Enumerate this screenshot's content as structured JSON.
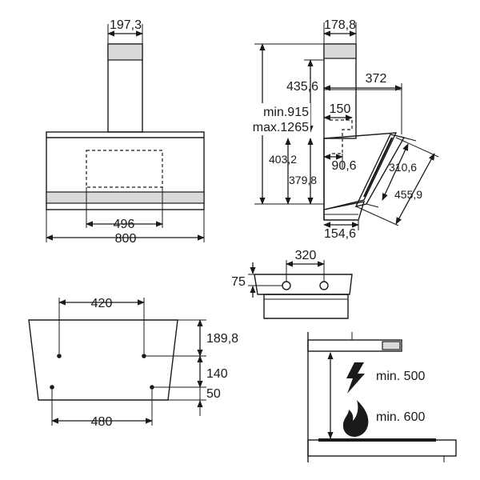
{
  "front_view": {
    "chimney_width": "197,3",
    "panel_width": "496",
    "total_width": "800"
  },
  "side_view": {
    "chimney_depth": "178,8",
    "chimney_height": "435,6",
    "projection": "372",
    "height_min": "min.915",
    "height_max": "max.1265",
    "offset_150": "150",
    "height_403": "403,2",
    "depth_90": "90,6",
    "height_379": "379,8",
    "glass_310": "310,6",
    "glass_455": "455,9",
    "bottom_154": "154,6"
  },
  "bracket": {
    "hole_spacing": "320",
    "hole_offset": "75"
  },
  "wall_template": {
    "top_spacing": "420",
    "bottom_spacing": "480",
    "vertical_1": "189,8",
    "vertical_2": "140",
    "vertical_3": "50"
  },
  "clearance": {
    "electric_label": "min. 500",
    "gas_label": "min. 600",
    "electric_icon": "lightning-icon",
    "gas_icon": "flame-icon"
  }
}
